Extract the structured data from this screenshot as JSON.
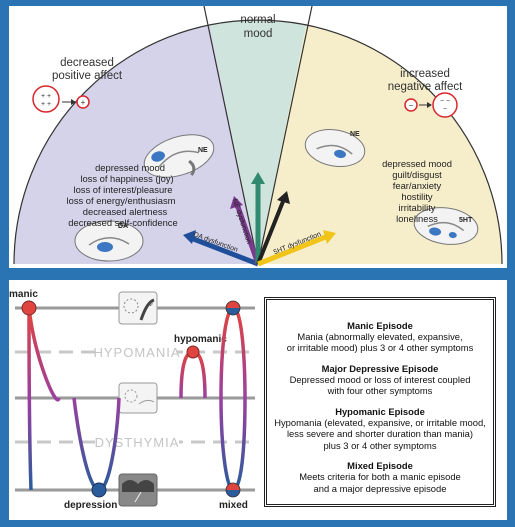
{
  "top": {
    "normal_mood": [
      "normal",
      "mood"
    ],
    "left_title": [
      "decreased",
      "positive affect"
    ],
    "right_title": [
      "increased",
      "negative affect"
    ],
    "left_symptoms": [
      "depressed mood",
      "loss of happiness (joy)",
      "loss of interest/pleasure",
      "loss of energy/enthusiasm",
      "decreased alertness",
      "decreased self-confidence"
    ],
    "right_symptoms": [
      "depressed mood",
      "guilt/disgust",
      "fear/anxiety",
      "hostility",
      "irritability",
      "loneliness"
    ],
    "brain_labels": {
      "da": "DA",
      "ne_left": "NE",
      "ne_right": "NE",
      "sht": "5HT"
    },
    "arrow_labels": {
      "da": "DA dysfunction",
      "ne": "NE dysfunction",
      "sht": "5HT dysfunction"
    },
    "colors": {
      "left_bg": "#d5d3ea",
      "mid_bg": "#cfe4dc",
      "right_bg": "#f6eecb",
      "red_circle": "#d9262c",
      "arrow_blue": "#1f4f9a",
      "arrow_purple": "#7c3a8e",
      "arrow_green": "#2f8a6f",
      "arrow_yellow": "#f0c419"
    }
  },
  "bottom": {
    "labels": {
      "manic": "manic",
      "hypomanic": "hypomanic",
      "depression": "depression",
      "mixed": "mixed",
      "hypomania": "HYPOMANIA",
      "dysthymia": "DYSTHYMIA"
    },
    "episodes": [
      {
        "title": "Manic Episode",
        "body": [
          "Mania (abnormally elevated, expansive,",
          "or irritable mood) plus 3 or 4 other symptoms"
        ]
      },
      {
        "title": "Major Depressive Episode",
        "body": [
          "Depressed mood or loss of interest coupled",
          "with four other symptoms"
        ]
      },
      {
        "title": "Hypomanic Episode",
        "body": [
          "Hypomania (elevated, expansive, or irritable mood,",
          "less severe and shorter duration than mania)",
          "plus 3 or 4 other symptoms"
        ]
      },
      {
        "title": "Mixed Episode",
        "body": [
          "Meets criteria for both a manic episode",
          "and a major depressive episode"
        ]
      }
    ],
    "colors": {
      "manic_red": "#e0443e",
      "depression_blue": "#2a5c9c",
      "line_grey": "#9a9a9a",
      "dash_grey": "#c8c8c8"
    }
  }
}
